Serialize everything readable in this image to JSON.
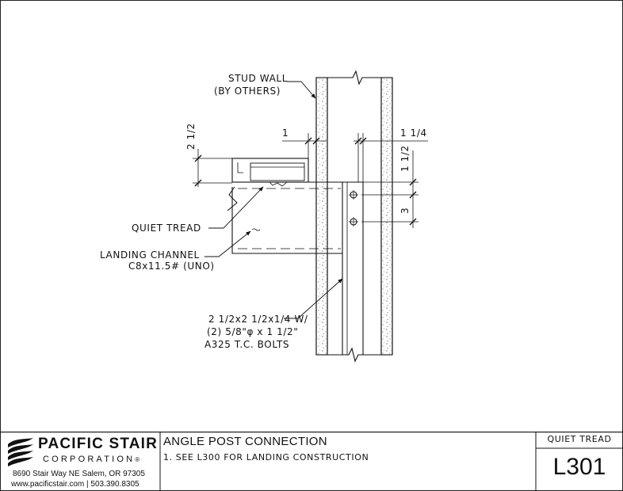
{
  "drawing": {
    "labels": {
      "stud_wall_1": "STUD WALL",
      "stud_wall_2": "(BY OTHERS)",
      "quiet_tread": "QUIET TREAD",
      "landing_channel_1": "LANDING CHANNEL",
      "landing_channel_2": "C8x11.5# (UNO)",
      "angle_1": "2 1/2x2 1/2x1/4 W/",
      "angle_2": "(2) 5/8\"φ x 1 1/2\"",
      "angle_3": "A325 T.C. BOLTS"
    },
    "dimensions": {
      "d_2_1_2": "2 1/2",
      "d_1": "1",
      "d_1_1_4": "1 1/4",
      "d_1_1_2": "1 1/2",
      "d_3": "3"
    }
  },
  "title_block": {
    "company_name": "PACIFIC STAIR",
    "company_sub": "CORPORATION",
    "registered": "®",
    "address": "8690 Stair Way NE Salem, OR 97305",
    "contact": "www.pacificstair.com  |  503.390.8305",
    "title": "ANGLE POST CONNECTION",
    "note": "1.  SEE L300 FOR LANDING CONSTRUCTION",
    "product": "QUIET TREAD",
    "sheet_number": "L301"
  }
}
